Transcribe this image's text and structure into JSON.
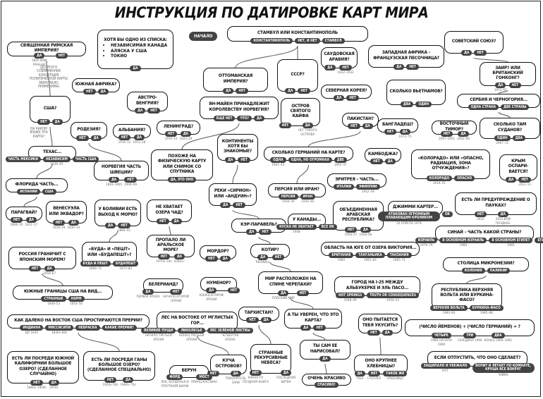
{
  "title": "ИНСТРУКЦИЯ ПО ДАТИРОВКЕ КАРТ МИРА",
  "start": "НАЧАЛО",
  "free_notes": {
    "hre": "(ДО ЭТОГО СОВРЕМЕННАЯ КОНЦЕПЦИЯ ПОЛИТИЧЕСКОЙ КАРТЫ МИРА МАЛО ПРИМЕНИМА)",
    "usa": "НА КАКОМ ЯЗЫКЕ ЭТА КАРТА?"
  },
  "nodes": [
    {
      "id": "istanbul",
      "text": "СТАМБУЛ ИЛИ КОНСТАНТИНОПОЛЬ",
      "options": [
        {
          "label": "КОНСТАНТИНОПОЛЬ"
        },
        {
          "label": "НЕТ, И НЕТ"
        },
        {
          "label": "СТАМБУЛ"
        }
      ]
    },
    {
      "id": "list",
      "text": "ХОТЯ БЫ ОДНО ИЗ СПИСКА:",
      "items": [
        "НЕЗАВИСИМАЯ КАНАДА",
        "АЛЯСКА У США",
        "ТОКИО"
      ],
      "options": [
        {
          "label": "ДА"
        }
      ]
    },
    {
      "id": "hre",
      "text": "СВЯЩЕННАЯ РИМСКАЯ ИМПЕРИЯ?",
      "options": [
        {
          "label": "ДА",
          "note": "1805 ИЛИ РАНЬШЕ"
        },
        {
          "label": "НЕТ"
        }
      ]
    },
    {
      "id": "ottoman",
      "text": "ОТТОМАНСКАЯ ИМПЕРИЯ?",
      "options": [
        {
          "label": "ДА"
        },
        {
          "label": "НЕТ"
        }
      ]
    },
    {
      "id": "ussr",
      "text": "СССР?",
      "options": [
        {
          "label": "ДА"
        },
        {
          "label": "НЕТ"
        }
      ]
    },
    {
      "id": "saudi",
      "text": "САУДОВСКАЯ АРАВИЯ?",
      "options": [
        {
          "label": "ДА"
        },
        {
          "label": "НЕТ",
          "note": "1922–1932"
        }
      ]
    },
    {
      "id": "westafrica",
      "text": "ЗАПАДНАЯ АФРИКА – ФРАНЦУЗСКАЯ ПЕСОЧНИЦА?",
      "options": [
        {
          "label": "ДА"
        },
        {
          "label": "НЕТ"
        }
      ]
    },
    {
      "id": "soviet",
      "text": "СОВЕТСКИЙ СОЮЗ?",
      "options": [
        {
          "label": "ДА"
        },
        {
          "label": "НЕТ"
        }
      ]
    },
    {
      "id": "zaire",
      "text": "ЗАИР? ИЛИ БРИТАНСКИЙ ГОНКОНГ?",
      "options": [
        {
          "label": "ДА",
          "note": "1972–97"
        },
        {
          "label": "НЕТ"
        }
      ]
    },
    {
      "id": "nkorea",
      "text": "СЕВЕРНАЯ КОРЕЯ?",
      "options": [
        {
          "label": "ДА"
        },
        {
          "label": "НЕТ"
        }
      ]
    },
    {
      "id": "vietnam",
      "text": "СКОЛЬКО ВЬЕТНАМОВ?",
      "options": [
        {
          "label": "ДВА"
        },
        {
          "label": "ОДИН"
        }
      ]
    },
    {
      "id": "serbia",
      "text": "СЕРБИЯ И ЧЕРНОГОРИЯ...",
      "options": [
        {
          "label": "ОДНА СТРАНА"
        },
        {
          "label": "ДВЕ СТРАНЫ"
        }
      ]
    },
    {
      "id": "easttimor",
      "text": "ВОСТОЧНЫЙ ТИМОР?",
      "options": [
        {
          "label": "НЕТ",
          "note": "1997–2001"
        },
        {
          "label": "ДА",
          "note": "2002–06"
        }
      ]
    },
    {
      "id": "sudan",
      "text": "СКОЛЬКО ТАМ СУДАНОВ?",
      "options": [
        {
          "label": "ОДИН",
          "note": "2007–11"
        },
        {
          "label": "ДВА"
        }
      ]
    },
    {
      "id": "crimea",
      "text": "КРЫМ ОСПАРИ-ВАЕТСЯ?",
      "options": [
        {
          "label": "ДА"
        },
        {
          "label": "НЕТ",
          "note": "2012–13"
        }
      ]
    },
    {
      "id": "colorado",
      "text": "«КОЛОРАДО» ИЛИ «ОПАСНО, РАДИАЦИЯ, ЗОНА ОТЧУЖДЕНИЯ»?",
      "options": [
        {
          "label": "КОЛОРАДО",
          "note": "2014–21"
        },
        {
          "label": "ОПАСНО"
        }
      ]
    },
    {
      "id": "spiders",
      "text": "ЕСТЬ ЛИ ПРЕДУПРЕЖДЕНИЕ О ПАУКАХ?",
      "options": [
        {
          "label": "НЕТ",
          "note": "2022"
        },
        {
          "label": "ДА",
          "note": "2023 ИЛИ ПОЗДНЕЕ"
        }
      ]
    },
    {
      "id": "sinai",
      "text": "СИНАЙ – ЧАСТЬ КАКОЙ СТРАНЫ?",
      "options": [
        {
          "label": "ИЗРАИЛЬ",
          "note": "1976–79"
        },
        {
          "label": "В ОСНОВНОМ ИЗРАИЛЬ",
          "note": "1980"
        },
        {
          "label": "В ОСНОВНОМ ЕГИПЕТ",
          "note": "1981"
        },
        {
          "label": "ЕГИПЕТ"
        }
      ]
    },
    {
      "id": "micronesia",
      "text": "СТОЛИЦА МИКРОНЕЗИИ?",
      "options": [
        {
          "label": "КОЛОНИЯ"
        },
        {
          "label": "ПАЛИКИР"
        }
      ]
    },
    {
      "id": "uppervolta",
      "text": "РЕСПУБЛИКА ВЕРХНЯЯ ВОЛЬТА ИЛИ БУРКИНА-ФАСО?",
      "options": [
        {
          "label": "ВЕРХНЯЯ ВОЛЬТА",
          "note": "1982–84"
        },
        {
          "label": "БУРКИНА-ФАСО",
          "note": "1985–88"
        }
      ]
    },
    {
      "id": "yemen",
      "text": "(ЧИСЛО ЙЕМЕНОВ) + (ЧИСЛО ГЕРМАНИЙ) = ?",
      "options": [
        {
          "label": "ЧЕТЫРЕ",
          "note": "1989–НАЧАЛО 1990"
        },
        {
          "label": "ТРИ",
          "note": "СЕРЕДИНА 1990"
        },
        {
          "label": "ДВА",
          "note": "КОНЕЦ 1990–1991"
        }
      ]
    },
    {
      "id": "letgo",
      "text": "ЕСЛИ ОТПУСТИТЬ, ЧТО ОНО СДЕЛАЕТ?",
      "options": [
        {
          "label": "ЗАЩИПАЛО И УБЕЖАЛО",
          "note": "КОТ"
        },
        {
          "label": "ВОПИТ И ЛЕТАЕТ ПО КОМНАТЕ, КРУША ВСЕ ВОКРУГ",
          "note": "ЧАЙКА"
        }
      ]
    },
    {
      "id": "bite",
      "text": "ОНО ПЫТАЕТСЯ ТЕБЯ УКУСИТЬ?",
      "options": [
        {
          "label": "НЕТ"
        },
        {
          "label": "ДА"
        }
      ]
    },
    {
      "id": "breadbox",
      "text": "ОНО КРУПНЕЕ ХЛЕБНИЦЫ?",
      "options": [
        {
          "label": "ДА",
          "note": "ТУБА"
        },
        {
          "label": "НЕТ",
          "note": "СТЕПЛЕР"
        },
        {
          "label": "ТАКОЕ ЖЕ",
          "note": "ХЛЕБНИЦА"
        }
      ]
    },
    {
      "id": "sure",
      "text": "А ТЫ УВЕРЕН, ЧТО ЭТО КАРТА?",
      "options": [
        {
          "label": "ДА"
        },
        {
          "label": "НЕТ"
        }
      ]
    },
    {
      "id": "drew",
      "text": "ТЫ САМ ЕЕ НАРИСОВАЛ?",
      "options": [
        {
          "label": "ДА"
        }
      ]
    },
    {
      "id": "pretty",
      "text": "ОЧЕНЬ КРАСИВО",
      "options": [
        {
          "label": "СПАСИБО!"
        }
      ]
    },
    {
      "id": "turtle",
      "text": "МИР РАСПОЛОЖЕН НА СПИНЕ ЧЕРЕПАХИ?",
      "options": [
        {
          "label": "ДА",
          "note": "ПЛОСКИЙ МИР"
        },
        {
          "label": "НЕТ"
        }
      ]
    },
    {
      "id": "tarkh",
      "text": "ТАРХИСТАН?",
      "options": [
        {
          "label": "НЕТ"
        },
        {
          "label": "ДА"
        }
      ]
    },
    {
      "id": "heavens",
      "text": "СТРАННЫЕ РЕКУРСИВНЫЕ НЕБЕСА?",
      "options": [
        {
          "label": "НЕТ",
          "note": "КАКАЯ-ТО ПОЗДНЯЯ КНИГА"
        },
        {
          "label": "ДА",
          "note": "ПОСЛЕДНЯЯ БИТВА"
        }
      ]
    },
    {
      "id": "islands",
      "text": "КУЧА ОСТРОВОВ?",
      "options": [
        {
          "label": "НЕТ"
        },
        {
          "label": "ДА",
          "note": "ПОКОРИТЕЛЬ ЗАРИ"
        }
      ]
    },
    {
      "id": "berun",
      "text": "БЕРУН",
      "options": [
        {
          "label": "ФОРД",
          "note": "ЛЕВ, КОЛДУНЬЯ И ПЛАТЯНОЙ ШКАФ"
        },
        {
          "label": "МОСТ",
          "note": "ПРИНЦ КАСПИАН"
        }
      ]
    },
    {
      "id": "forest",
      "text": "ЛЕС НА ВОСТОКЕ ОТ МГЛИСТЫХ ГОР...",
      "options": [
        {
          "label": "ВЕЛИКИЕ ПУЩИ",
          "note": "НАЧАЛО ТРЕТЬЕЙ ЭПОХИ"
        },
        {
          "label": "ЛИХОЛЕСЬЕ",
          "note": "КОНЕЦ ТРЕТЬЕЙ ЭПОХИ"
        },
        {
          "label": "ЛЕС ЗЕЛЕНОЙ ЛИСТВЫ",
          "note": "ЧЕТВЕРТАЯ ЭПОХА"
        }
      ]
    },
    {
      "id": "numenor",
      "text": "НУМЕНОР?",
      "options": [
        {
          "label": "ДА",
          "note": "КОНЕЦ ВТОРОЙ ЭПОХИ"
        },
        {
          "label": "НЕТ"
        }
      ]
    },
    {
      "id": "beleriand",
      "text": "БЕЛЕРИАНД?",
      "options": [
        {
          "label": "ДА",
          "note": "ПЕРВАЯ ЭПОХА"
        },
        {
          "label": "НЕТ",
          "note": "НАЧАЛО ВТОРОЙ ЭПОХИ"
        }
      ]
    },
    {
      "id": "mordor",
      "text": "МОРДОР?",
      "options": [
        {
          "label": "НЕТ"
        },
        {
          "label": "ДА"
        }
      ]
    },
    {
      "id": "aral",
      "text": "ПРОПАЛО ЛИ АРАЛЬСКОЕ МОРЕ?",
      "options": [
        {
          "label": "НЕТ",
          "note": "1970s–10s"
        },
        {
          "label": "ДА",
          "note": "2000s+"
        }
      ]
    },
    {
      "id": "lakechad",
      "text": "НЕ ХВАТАЕТ ОЗЕРА ЧАД?",
      "options": [
        {
          "label": "НЕТ"
        },
        {
          "label": "ДА"
        }
      ]
    },
    {
      "id": "physical",
      "text": "ПОХОЖЕ НА ФИЗИЧЕСКУЮ КАРТУ ИЛИ СНИМОК СО СПУТНИКА",
      "options": [
        {
          "label": "ДА, ЭТО ОНО"
        }
      ]
    },
    {
      "id": "continents",
      "text": "КОНТИНЕНТЫ ХОТЯ БЫ ЗНАКОМЫЕ?",
      "options": [
        {
          "label": "ДА"
        },
        {
          "label": "НЕТ"
        }
      ]
    },
    {
      "id": "rivers",
      "text": "РЕКИ «СИРИОН» ИЛИ «АНДУИН»?",
      "options": [
        {
          "label": "ДА"
        },
        {
          "label": "НЕТ"
        }
      ]
    },
    {
      "id": "cair",
      "text": "КЭР-ПАРАВЕЛЬ?",
      "options": [
        {
          "label": "ДА"
        },
        {
          "label": "НЕТ"
        }
      ]
    },
    {
      "id": "kotir",
      "text": "КОТИР?",
      "options": [
        {
          "label": "ДА",
          "note": "REDWALL"
        },
        {
          "label": "НЕТ"
        }
      ]
    },
    {
      "id": "janmayen",
      "text": "ЯН-МАЙЕН ПРИНАДЛЕЖИТ КОРОЛЕВСТВУ НОРВЕГИЯ?",
      "options": [
        {
          "label": "ЕЩЕ НЕТ"
        },
        {
          "label": "ЧТО?"
        },
        {
          "label": "ДА"
        }
      ]
    },
    {
      "id": "stkilda",
      "text": "ОСТРОВ СВЯТОГО КАЙФА",
      "options": [
        {
          "label": "НЕТ"
        },
        {
          "label": "ДА",
          "note": "НЕТ ТАКОГО ОСТРОВА"
        }
      ]
    },
    {
      "id": "pakistan",
      "text": "ПАКИСТАН?",
      "options": [
        {
          "label": "НЕТ"
        },
        {
          "label": "ДА"
        }
      ]
    },
    {
      "id": "bangladesh",
      "text": "БАНГЛАДЕШ?",
      "options": [
        {
          "label": "НЕТ"
        },
        {
          "label": "ДА",
          "note": "1972–75"
        }
      ]
    },
    {
      "id": "germanies",
      "text": "СКОЛЬКО ГЕРМАНИЙ НА КАРТЕ?",
      "options": [
        {
          "label": "ОДНА",
          "note": "1941–45"
        },
        {
          "label": "ОДНА, НО ОГРОМНАЯ"
        },
        {
          "label": "ДВЕ",
          "note": "1945–47"
        }
      ]
    },
    {
      "id": "cambodia",
      "text": "КАМБОДЖА?",
      "options": [
        {
          "label": "НЕТ"
        },
        {
          "label": "ДА"
        }
      ]
    },
    {
      "id": "persia",
      "text": "ПЕРСИЯ ИЛИ ИРАН?",
      "options": [
        {
          "label": "ПЕРСИЯ",
          "note": "1930–34"
        },
        {
          "label": "ИРАН",
          "note": "1935–40"
        }
      ]
    },
    {
      "id": "eritrea",
      "text": "ЭРИТРЕЯ – ЧАСТЬ...",
      "options": [
        {
          "label": "ИТАЛИИ"
        },
        {
          "label": "ЭФИОПИИ",
          "note": "1952–59"
        }
      ]
    },
    {
      "id": "canada",
      "text": "У КАНАДЫ...",
      "options": [
        {
          "label": "КУСКА НЕ ХВАТАЕТ",
          "note": "1948"
        },
        {
          "label": "ВСЕ ОК"
        }
      ]
    },
    {
      "id": "uar",
      "text": "ОБЪЕДИНЕННАЯ АРАБСКАЯ РЕСПУБЛИКА?",
      "options": [
        {
          "label": "НЕТ",
          "note": "1954–57"
        },
        {
          "label": "ДА",
          "note": "1958–60"
        }
      ]
    },
    {
      "id": "carter",
      "text": "ДЖИММИ КАРТЕР...",
      "options": [
        {
          "label": "АТАКОВАН ОГРОМНЫМ ПЛАВАЮЩИМ КРОЛИКОМ",
          "note": "20 АПРЕЛЯ 1979"
        },
        {
          "label": "ОК"
        }
      ]
    },
    {
      "id": "victoria",
      "text": "ОБЛАСТЬ НА ЮГЕ ОТ ОЗЕРА ВИКТОРИЯ...",
      "options": [
        {
          "label": "БРИТАНИЯ",
          "note": "1960"
        },
        {
          "label": "ТАНГАНЬИКА",
          "note": "1961–64"
        },
        {
          "label": "ТАНЗАНИЯ",
          "note": "1965–71"
        }
      ]
    },
    {
      "id": "i25",
      "text": "ГОРОД НА I-25 МЕЖДУ АЛЬБУКЕРКЕ И ЭЛЬ ПАСО...",
      "options": [
        {
          "label": "HOT SPRINGS",
          "note": "1948–49"
        },
        {
          "label": "TRUTH OR CONSEQUENCES",
          "note": "1950–52"
        }
      ]
    },
    {
      "id": "russiajapan",
      "text": "РОССИЯ ГРАНИЧИТ С ЯПОНСКИМ МОРЕМ?",
      "options": [
        {
          "label": "НЕТ"
        },
        {
          "label": "ДА",
          "note": "1858–67"
        }
      ]
    },
    {
      "id": "buda",
      "text": "«БУДА» И «ПЕШТ» ИЛИ «БУДАПЕШТ»?",
      "options": [
        {
          "label": "БУДА И ПЕШТ",
          "note": "1868–72"
        },
        {
          "label": "БУДАПЕШТ",
          "note": "1873–83"
        }
      ]
    },
    {
      "id": "southborder",
      "text": "ЮЖНЫЕ ГРАНИЦЫ США НА ВИД...",
      "options": [
        {
          "label": "СТРАННЫЕ",
          "note": "1846–53"
        },
        {
          "label": "НОРМ",
          "note": "1854–56"
        }
      ]
    },
    {
      "id": "prairie",
      "text": "КАК ДАЛЕКО НА ВОСТОК США ПРОСТИРАЮТСЯ ПРЕРИИ?",
      "options": [
        {
          "label": "ИНДИАНА",
          "note": "ДО 1830"
        },
        {
          "label": "МИССИСИПИ",
          "note": "1830s–80s"
        },
        {
          "label": "НЕБРАСКА"
        },
        {
          "label": "КАКИЕ ПРЕРИИ?"
        }
      ]
    },
    {
      "id": "socal",
      "text": "ЕСТЬ ЛИ ПОСРЕДИ ЮЖНОЙ КАЛИФОРНИИ БОЛЬШОЕ ОЗЕРО? (СДЕЛАННОЕ СЛУЧАЙНО)",
      "options": [
        {
          "label": "НЕТ",
          "note": "1860s–1900s"
        },
        {
          "label": "ДА",
          "note": "1910s"
        }
      ]
    },
    {
      "id": "ghana",
      "text": "ЕСТЬ ЛИ ПОСРЕДИ ГАНЫ БОЛЬШОЕ ОЗЕРО? (СДЕЛАННОЕ СПЕЦИАЛЬНО)",
      "options": [
        {
          "label": "НЕТ",
          "note": "1920s–50s"
        },
        {
          "label": "ДА",
          "note": "1960s–70s"
        }
      ]
    },
    {
      "id": "bolivia",
      "text": "У БОЛИВИИ ЕСТЬ ВЫХОД К МОРЮ?",
      "options": [
        {
          "label": "ДА"
        },
        {
          "label": "НЕТ",
          "note": "1884–95"
        }
      ]
    },
    {
      "id": "norway",
      "text": "НОРВЕГИЯ ЧАСТЬ ШВЕЦИИ?",
      "options": [
        {
          "label": "ДА",
          "note": "1816–1905"
        },
        {
          "label": "НЕТ",
          "note": "1906–09"
        }
      ]
    },
    {
      "id": "rhodesia",
      "text": "РОДЕЗИЯ?",
      "options": [
        {
          "label": "НЕТ"
        },
        {
          "label": "ДА"
        }
      ]
    },
    {
      "id": "albania",
      "text": "АЛЬБАНИЯ?",
      "options": [
        {
          "label": "НЕТ",
          "note": "1910–12"
        },
        {
          "label": "ДА",
          "note": "1913–18"
        }
      ]
    },
    {
      "id": "austria",
      "text": "АВСТРО-ВЕНГРИЯ?",
      "options": [
        {
          "label": "ДА"
        },
        {
          "label": "НЕТ"
        }
      ]
    },
    {
      "id": "leningrad",
      "text": "ЛЕНИНГРАД?",
      "options": [
        {
          "label": "НЕТ",
          "note": "1919–23"
        },
        {
          "label": "ДА",
          "note": "1924–29"
        }
      ]
    },
    {
      "id": "safrica",
      "text": "ЮЖНАЯ АФРИКА?",
      "options": [
        {
          "label": "НЕТ"
        },
        {
          "label": "ДА"
        }
      ]
    },
    {
      "id": "usa",
      "text": "США?",
      "options": [
        {
          "label": "НЕТ"
        },
        {
          "label": "ДА"
        }
      ]
    },
    {
      "id": "texas",
      "text": "ТЕХАС...",
      "options": [
        {
          "label": "ЧАСТЬ МЕКСИКИ"
        },
        {
          "label": "НЕЗАВИСИМ",
          "note": "1836–45"
        },
        {
          "label": "ЧАСТЬ США"
        }
      ]
    },
    {
      "id": "florida",
      "text": "ФЛОРИДА ЧАСТЬ...",
      "options": [
        {
          "label": "ИСПАНИИ"
        },
        {
          "label": "США"
        }
      ]
    },
    {
      "id": "paraguay",
      "text": "ПАРАГВАЙ?",
      "options": [
        {
          "label": "НЕТ",
          "note": "1806–10"
        },
        {
          "label": "ДА",
          "note": "1811–17"
        }
      ]
    },
    {
      "id": "venezuela",
      "text": "ВЕНЕСУЭЛА ИЛИ ЭКВАДОР?",
      "options": [
        {
          "label": "НЕТ",
          "note": "1818–29"
        },
        {
          "label": "ДА",
          "note": "1830–33"
        }
      ]
    }
  ]
}
